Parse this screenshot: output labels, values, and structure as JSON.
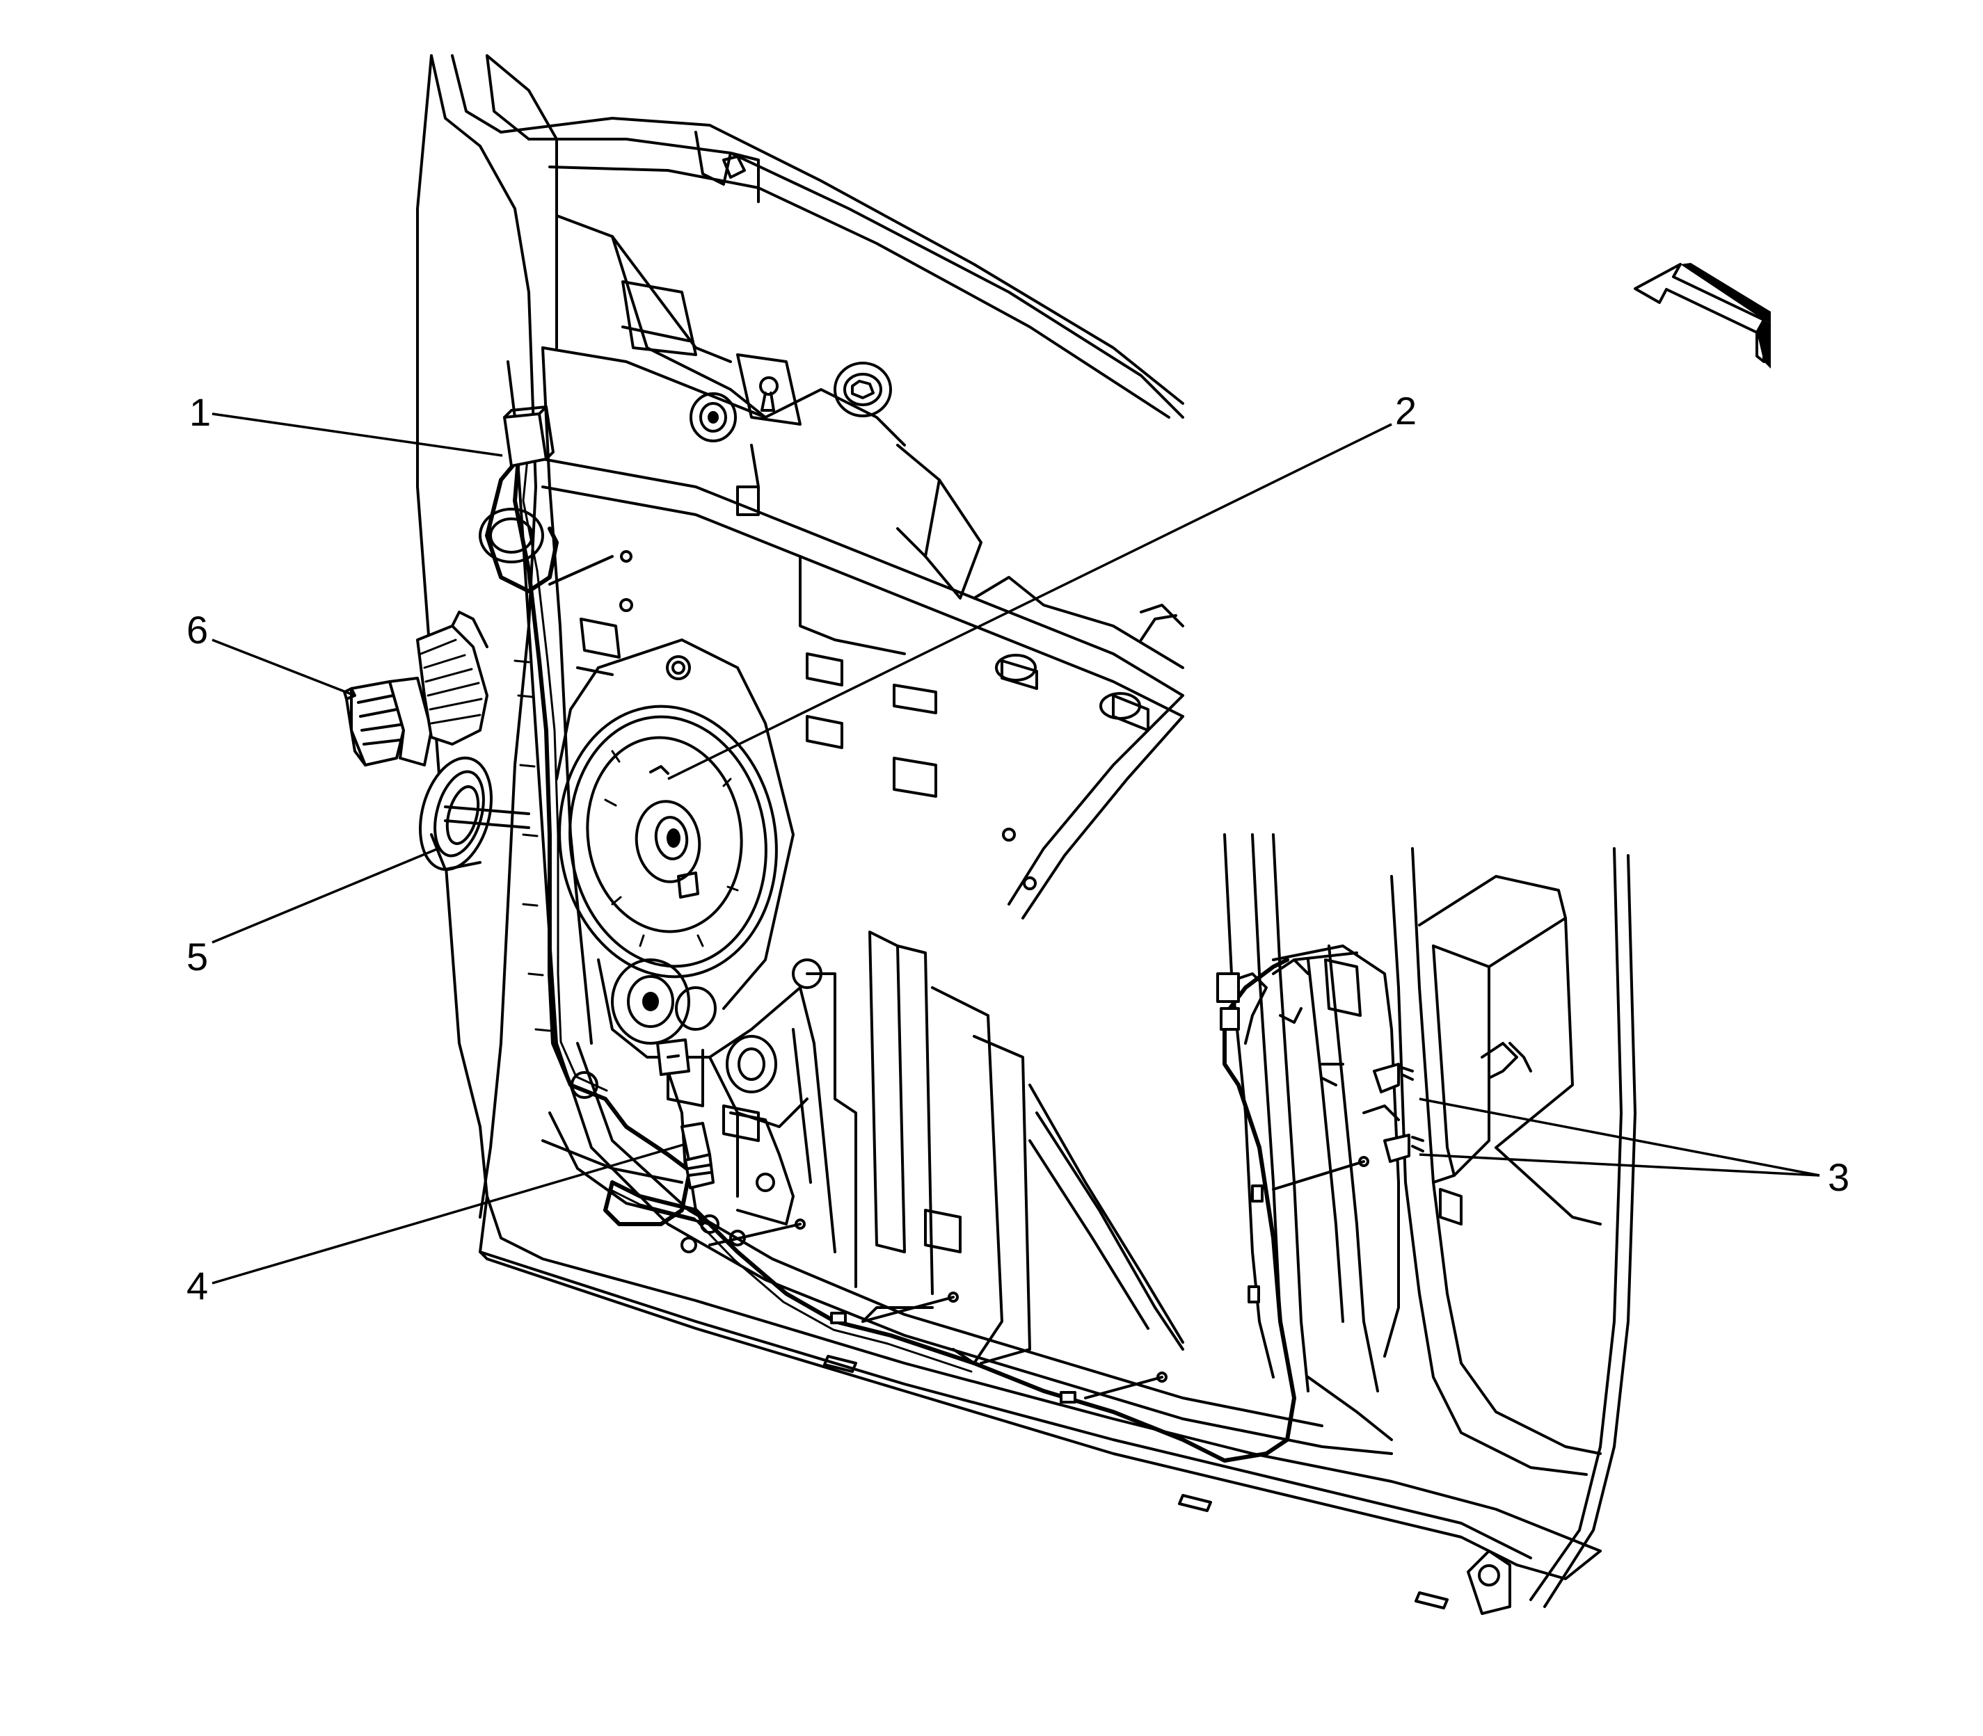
{
  "callouts": [
    {
      "id": "1",
      "label": "1"
    },
    {
      "id": "2",
      "label": "2"
    },
    {
      "id": "3",
      "label": "3"
    },
    {
      "id": "4",
      "label": "4"
    },
    {
      "id": "5",
      "label": "5"
    },
    {
      "id": "6",
      "label": "6"
    }
  ],
  "icons": {
    "view_direction": "view-direction-arrow-icon"
  },
  "colors": {
    "line": "#000000",
    "background": "#ffffff"
  }
}
